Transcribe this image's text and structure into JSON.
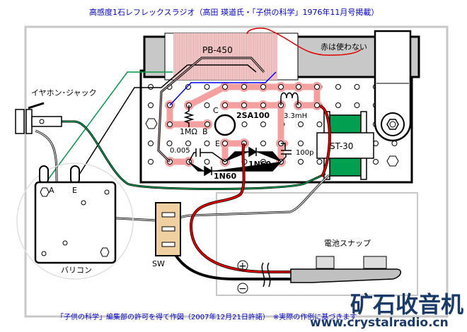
{
  "title": "高感度1石レフレックスラジオ（高田 瑛道氏・「子供の科学」1976年11月号掲載）",
  "footer": "「子供の科学」編集部の許可を得て作図（2007年12月21日許諾）　※実際の作例に基づきます",
  "watermark": {
    "cn": "矿石收音机",
    "url": "www.crystalradio.cn"
  },
  "labels": {
    "coil": "PB-450",
    "red_note": "赤は使わない",
    "earphone_jack": "イヤホン･ジャック",
    "transistor": "2SA100",
    "collector": "C",
    "base": "B",
    "emitter": "E",
    "resistor": "1MΩ",
    "inductor": "3.3mH",
    "cap1": "0.005",
    "cap2": "100p",
    "diode1": "1N60",
    "diode2": "1N60",
    "transformer": "ST-30",
    "varicon": "バリコン",
    "varicon_a": "A",
    "varicon_e": "E",
    "switch": "SW",
    "battery_snap": "電池スナップ",
    "plus": "+",
    "minus": "−"
  },
  "colors": {
    "title": "#0000cc",
    "trace": "#f4a0a0",
    "green": "#009944",
    "red": "#e00000",
    "blue": "#0000ff",
    "tan": "#f0cfa0",
    "coil": "#f0c8c8"
  }
}
